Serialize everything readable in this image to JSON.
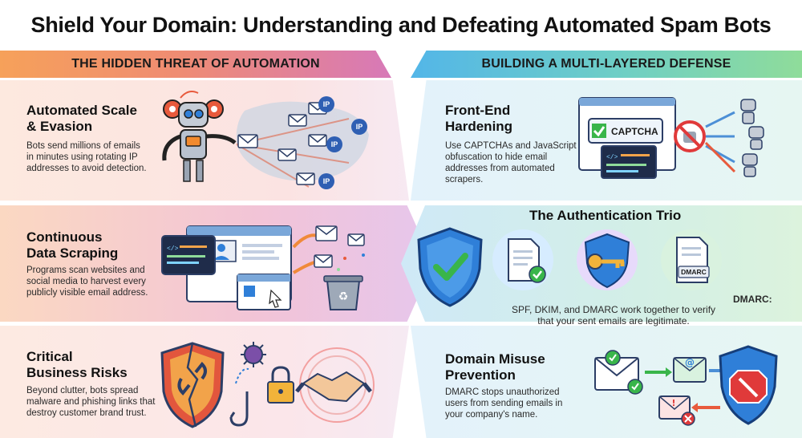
{
  "title": "Shield Your Domain: Understanding and Defeating Automated Spam Bots",
  "left_column": {
    "header": "THE HIDDEN THREAT OF AUTOMATION",
    "sections": [
      {
        "heading_line1": "Automated Scale",
        "heading_line2": "& Evasion",
        "body": [
          "Bots send millions of emails",
          "in minutes using rotating IP",
          "addresses to avoid detection."
        ],
        "icon_labels": [
          "IP",
          "IP",
          "IP",
          "IP"
        ]
      },
      {
        "heading_line1": "Continuous",
        "heading_line2": "Data Scraping",
        "body": [
          "Programs scan websites and",
          "social media to harvest every",
          "publicly visible email address."
        ]
      },
      {
        "heading_line1": "Critical",
        "heading_line2": "Business Risks",
        "body": [
          "Beyond clutter, bots spread",
          "malware and phishing links that",
          "destroy customer brand trust."
        ]
      }
    ]
  },
  "right_column": {
    "header": "BUILDING A MULTI-LAYERED DEFENSE",
    "sections": [
      {
        "heading_line1": "Front-End",
        "heading_line2": "Hardening",
        "body": [
          "Use CAPTCHAs and JavaScript",
          "obfuscation to hide email",
          "addresses from automated",
          "scrapers."
        ],
        "captcha_label": "CAPTCHA"
      },
      {
        "heading": "The Authentication Trio",
        "doc_label": "DMARC",
        "body": [
          "SPF, DKIM, and DMARC work together to verify",
          "that your sent emails are legitimate."
        ],
        "label_above_caption": "DMARC:"
      },
      {
        "heading_line1": "Domain Misuse",
        "heading_line2": "Prevention",
        "body": [
          "DMARC stops unauthorized",
          "users from sending emails in",
          "your company's name."
        ]
      }
    ]
  },
  "colors": {
    "threat_orange": "#f6a15a",
    "threat_pink": "#d779b8",
    "defense_blue": "#53b6e8",
    "defense_green": "#8fdc9a",
    "shield_blue": "#2f7fd8",
    "check_green": "#39b54a",
    "alert_red": "#e03a3a"
  }
}
